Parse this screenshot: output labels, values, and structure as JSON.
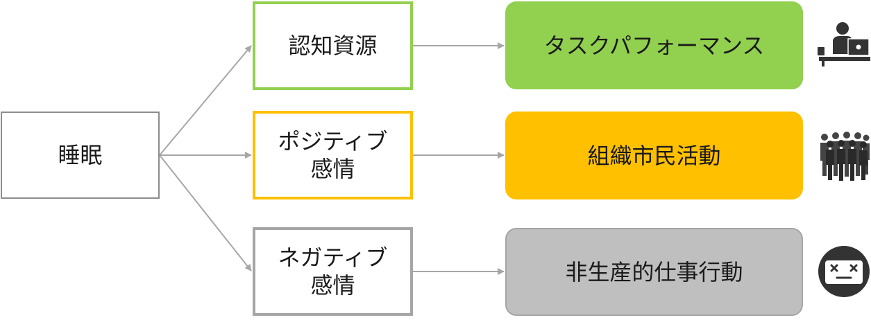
{
  "source": {
    "label": "睡眠"
  },
  "mediators": [
    {
      "lines": [
        "認知資源"
      ],
      "color": "#92d050"
    },
    {
      "lines": [
        "ポジティブ",
        "感情"
      ],
      "color": "#ffc000"
    },
    {
      "lines": [
        "ネガティブ",
        "感情"
      ],
      "color": "#a6a6a6"
    }
  ],
  "outcomes": [
    {
      "label": "タスクパフォーマンス",
      "color": "#92d050",
      "icon": "worker-at-laptop-icon"
    },
    {
      "label": "組織市民活動",
      "color": "#ffc000",
      "icon": "group-of-people-icon"
    },
    {
      "label": "非生産的仕事行動",
      "color": "#bfbfbf",
      "icon": "dizzy-face-icon"
    }
  ],
  "colors": {
    "connector": "#a6a6a6"
  }
}
